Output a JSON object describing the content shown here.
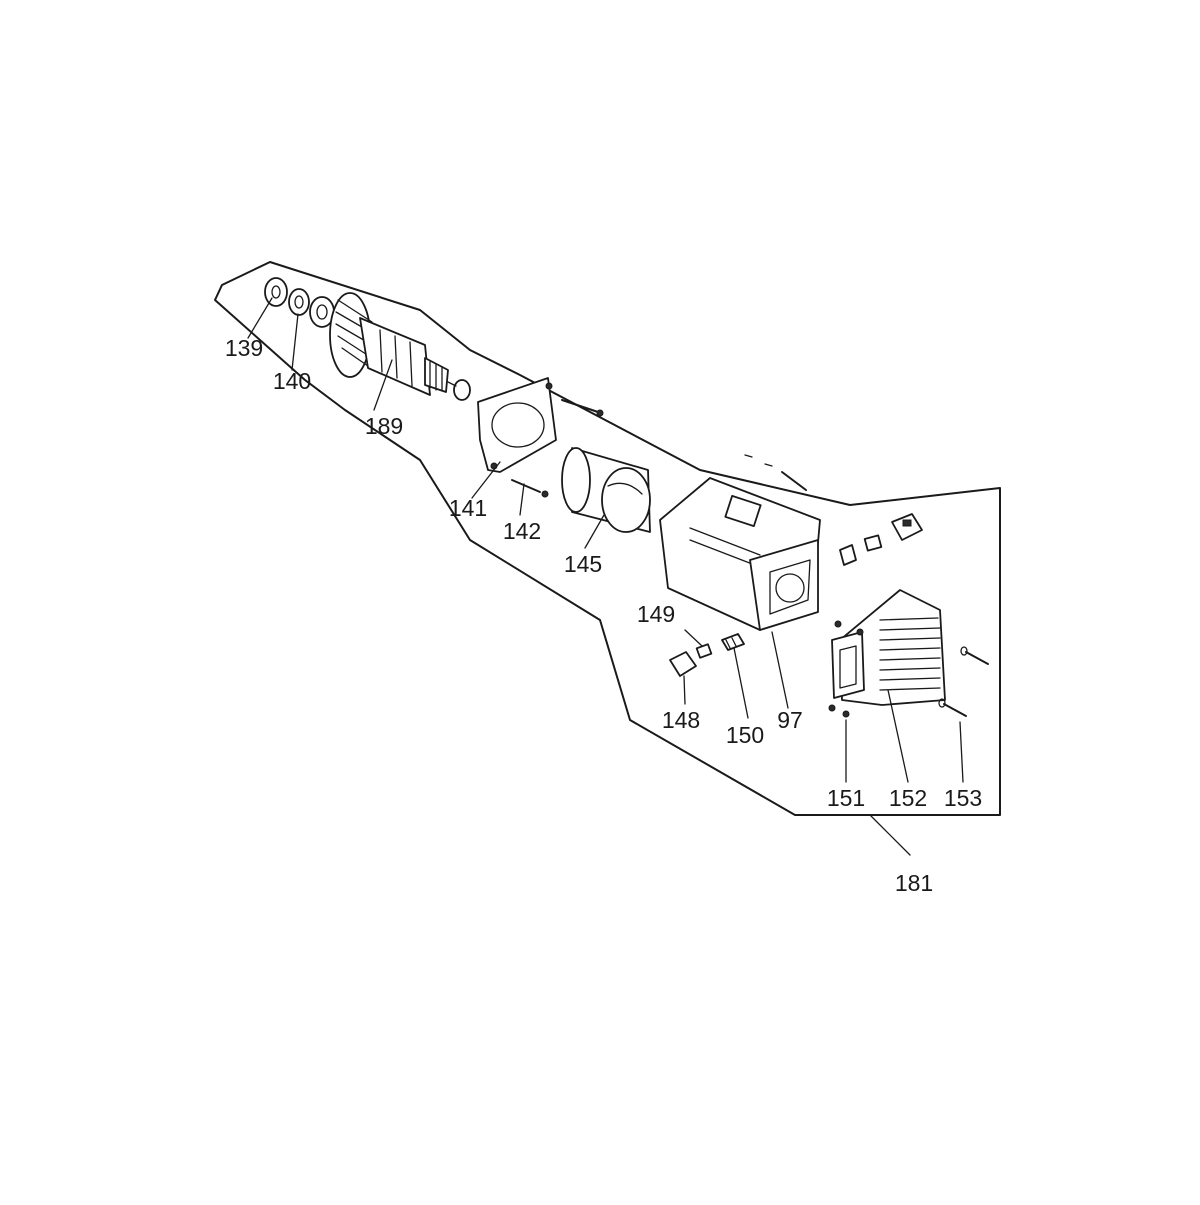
{
  "callouts": [
    {
      "id": "p139",
      "text": "139"
    },
    {
      "id": "p140",
      "text": "140"
    },
    {
      "id": "p189",
      "text": "189"
    },
    {
      "id": "p141",
      "text": "141"
    },
    {
      "id": "p142",
      "text": "142"
    },
    {
      "id": "p145",
      "text": "145"
    },
    {
      "id": "p149",
      "text": "149"
    },
    {
      "id": "p148",
      "text": "148"
    },
    {
      "id": "p150",
      "text": "150"
    },
    {
      "id": "p97",
      "text": "97"
    },
    {
      "id": "p151",
      "text": "151"
    },
    {
      "id": "p152",
      "text": "152"
    },
    {
      "id": "p153",
      "text": "153"
    },
    {
      "id": "p181",
      "text": "181"
    }
  ]
}
